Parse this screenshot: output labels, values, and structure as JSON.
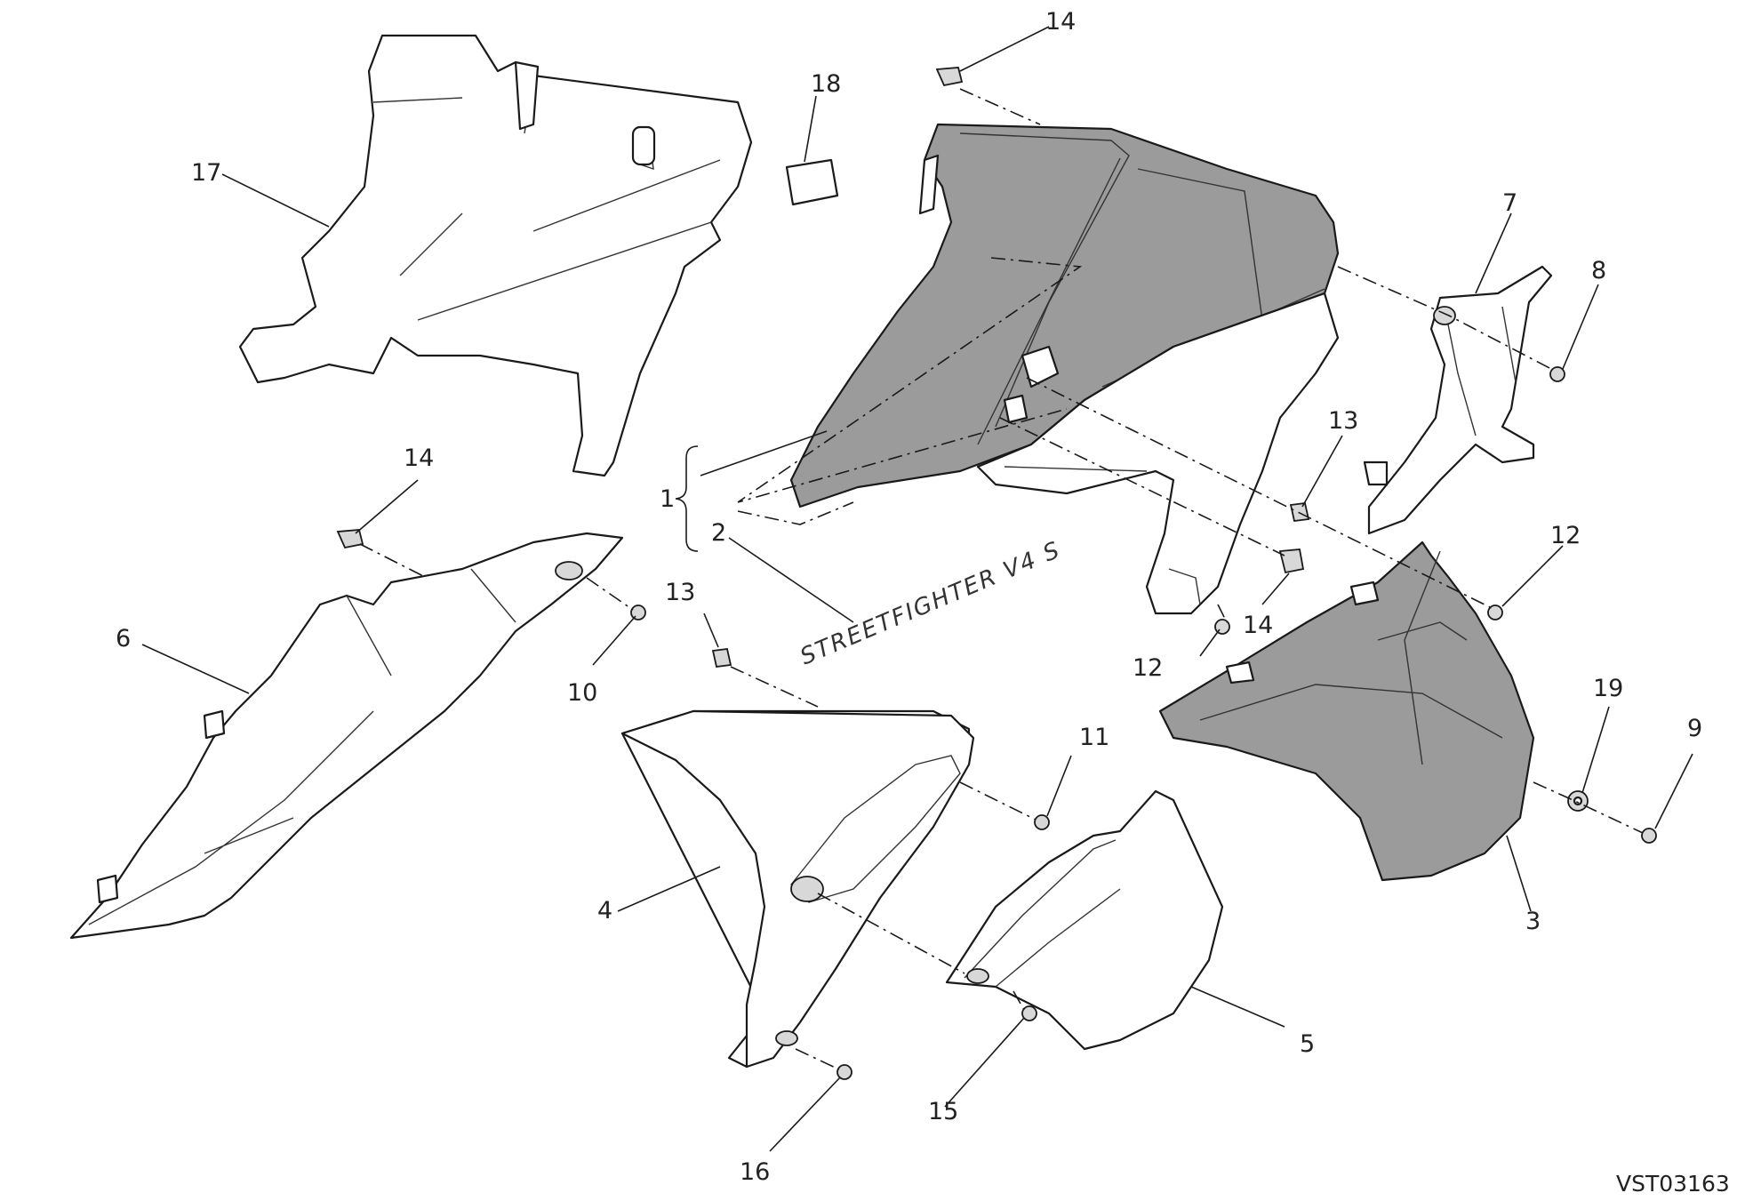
{
  "callouts": {
    "c1": "1",
    "c2": "2",
    "c3": "3",
    "c4": "4",
    "c5": "5",
    "c6": "6",
    "c7": "7",
    "c8": "8",
    "c9": "9",
    "c10": "10",
    "c11": "11",
    "c12a": "12",
    "c12b": "12",
    "c13a": "13",
    "c13b": "13",
    "c14a": "14",
    "c14b": "14",
    "c14c": "14",
    "c15": "15",
    "c16": "16",
    "c17": "17",
    "c18": "18",
    "c19": "19"
  },
  "decal_text": "STREETFIGHTER V4 S",
  "drawing_code": "VST03163",
  "colors": {
    "part_fill_dark": "#9b9b9b",
    "line": "#1a1a1a",
    "background": "#ffffff"
  }
}
